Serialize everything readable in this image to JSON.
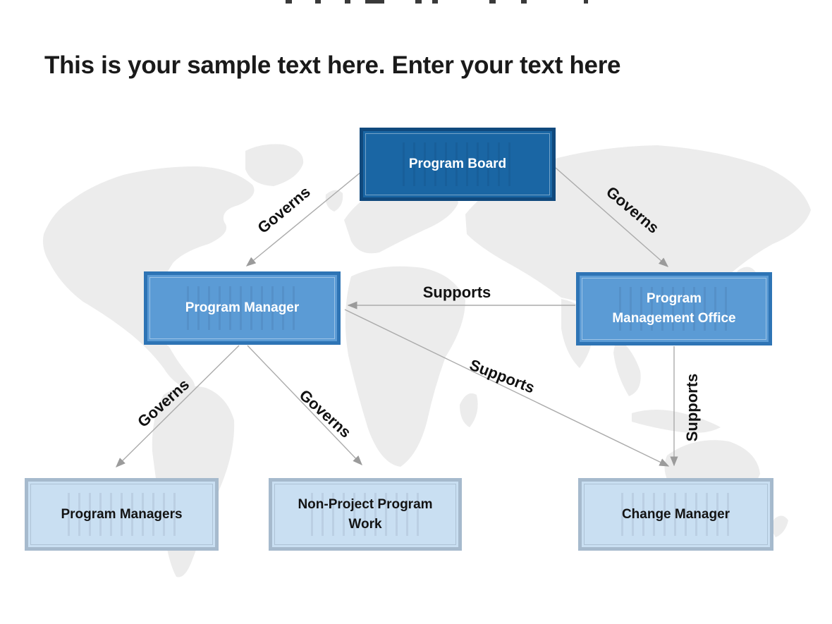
{
  "title": "This is your sample text here. Enter your text here",
  "diagram": {
    "nodes": [
      {
        "id": "program-board",
        "label": "Program Board",
        "style": "dark"
      },
      {
        "id": "program-manager",
        "label": "Program Manager",
        "style": "medium"
      },
      {
        "id": "program-management-office",
        "label": "Program Management Office",
        "style": "medium"
      },
      {
        "id": "program-managers",
        "label": "Program Managers",
        "style": "light"
      },
      {
        "id": "non-project-program-work",
        "label": "Non-Project Program Work",
        "style": "light"
      },
      {
        "id": "change-manager",
        "label": "Change Manager",
        "style": "light"
      }
    ],
    "edges": [
      {
        "from": "program-board",
        "to": "program-manager",
        "label": "Governs"
      },
      {
        "from": "program-board",
        "to": "program-management-office",
        "label": "Governs"
      },
      {
        "from": "program-management-office",
        "to": "program-manager",
        "label": "Supports"
      },
      {
        "from": "program-manager",
        "to": "change-manager",
        "label": "Supports"
      },
      {
        "from": "program-management-office",
        "to": "change-manager",
        "label": "Supports"
      },
      {
        "from": "program-manager",
        "to": "program-managers",
        "label": "Governs"
      },
      {
        "from": "program-manager",
        "to": "non-project-program-work",
        "label": "Governs"
      }
    ]
  },
  "colors": {
    "dark_box_fill": "#1A66A4",
    "dark_box_border": "#10497D",
    "medium_box_fill": "#5B9BD5",
    "medium_box_border": "#2E74B5",
    "light_box_fill": "#C9DFF2",
    "light_box_border": "#A6BACD",
    "arrow": "#A9A9A9",
    "map": "#EBEBEB",
    "title_text": "#1A1A1A"
  }
}
